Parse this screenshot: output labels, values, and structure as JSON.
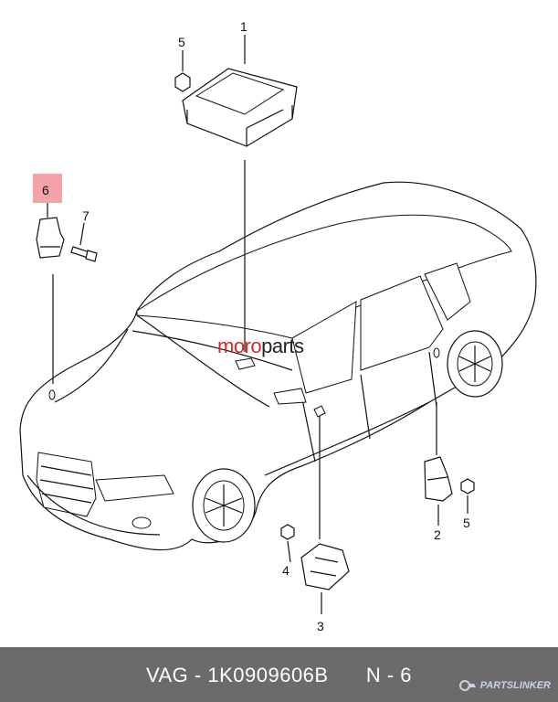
{
  "diagram": {
    "callouts": {
      "c1": "1",
      "c2": "2",
      "c3": "3",
      "c4": "4",
      "c5a": "5",
      "c5b": "5",
      "c6": "6",
      "c7": "7"
    },
    "highlight_color": "#f4a3a8"
  },
  "watermark": {
    "part1": "moro",
    "part2": "parts"
  },
  "footer": {
    "brand": "VAG",
    "separator": "-",
    "part_number": "1K0909606B",
    "position_label": "N - 6",
    "background": "#6b6b6b",
    "logo_text": "PARTSLINKER",
    "logo_icon": "gear-car-icon"
  }
}
